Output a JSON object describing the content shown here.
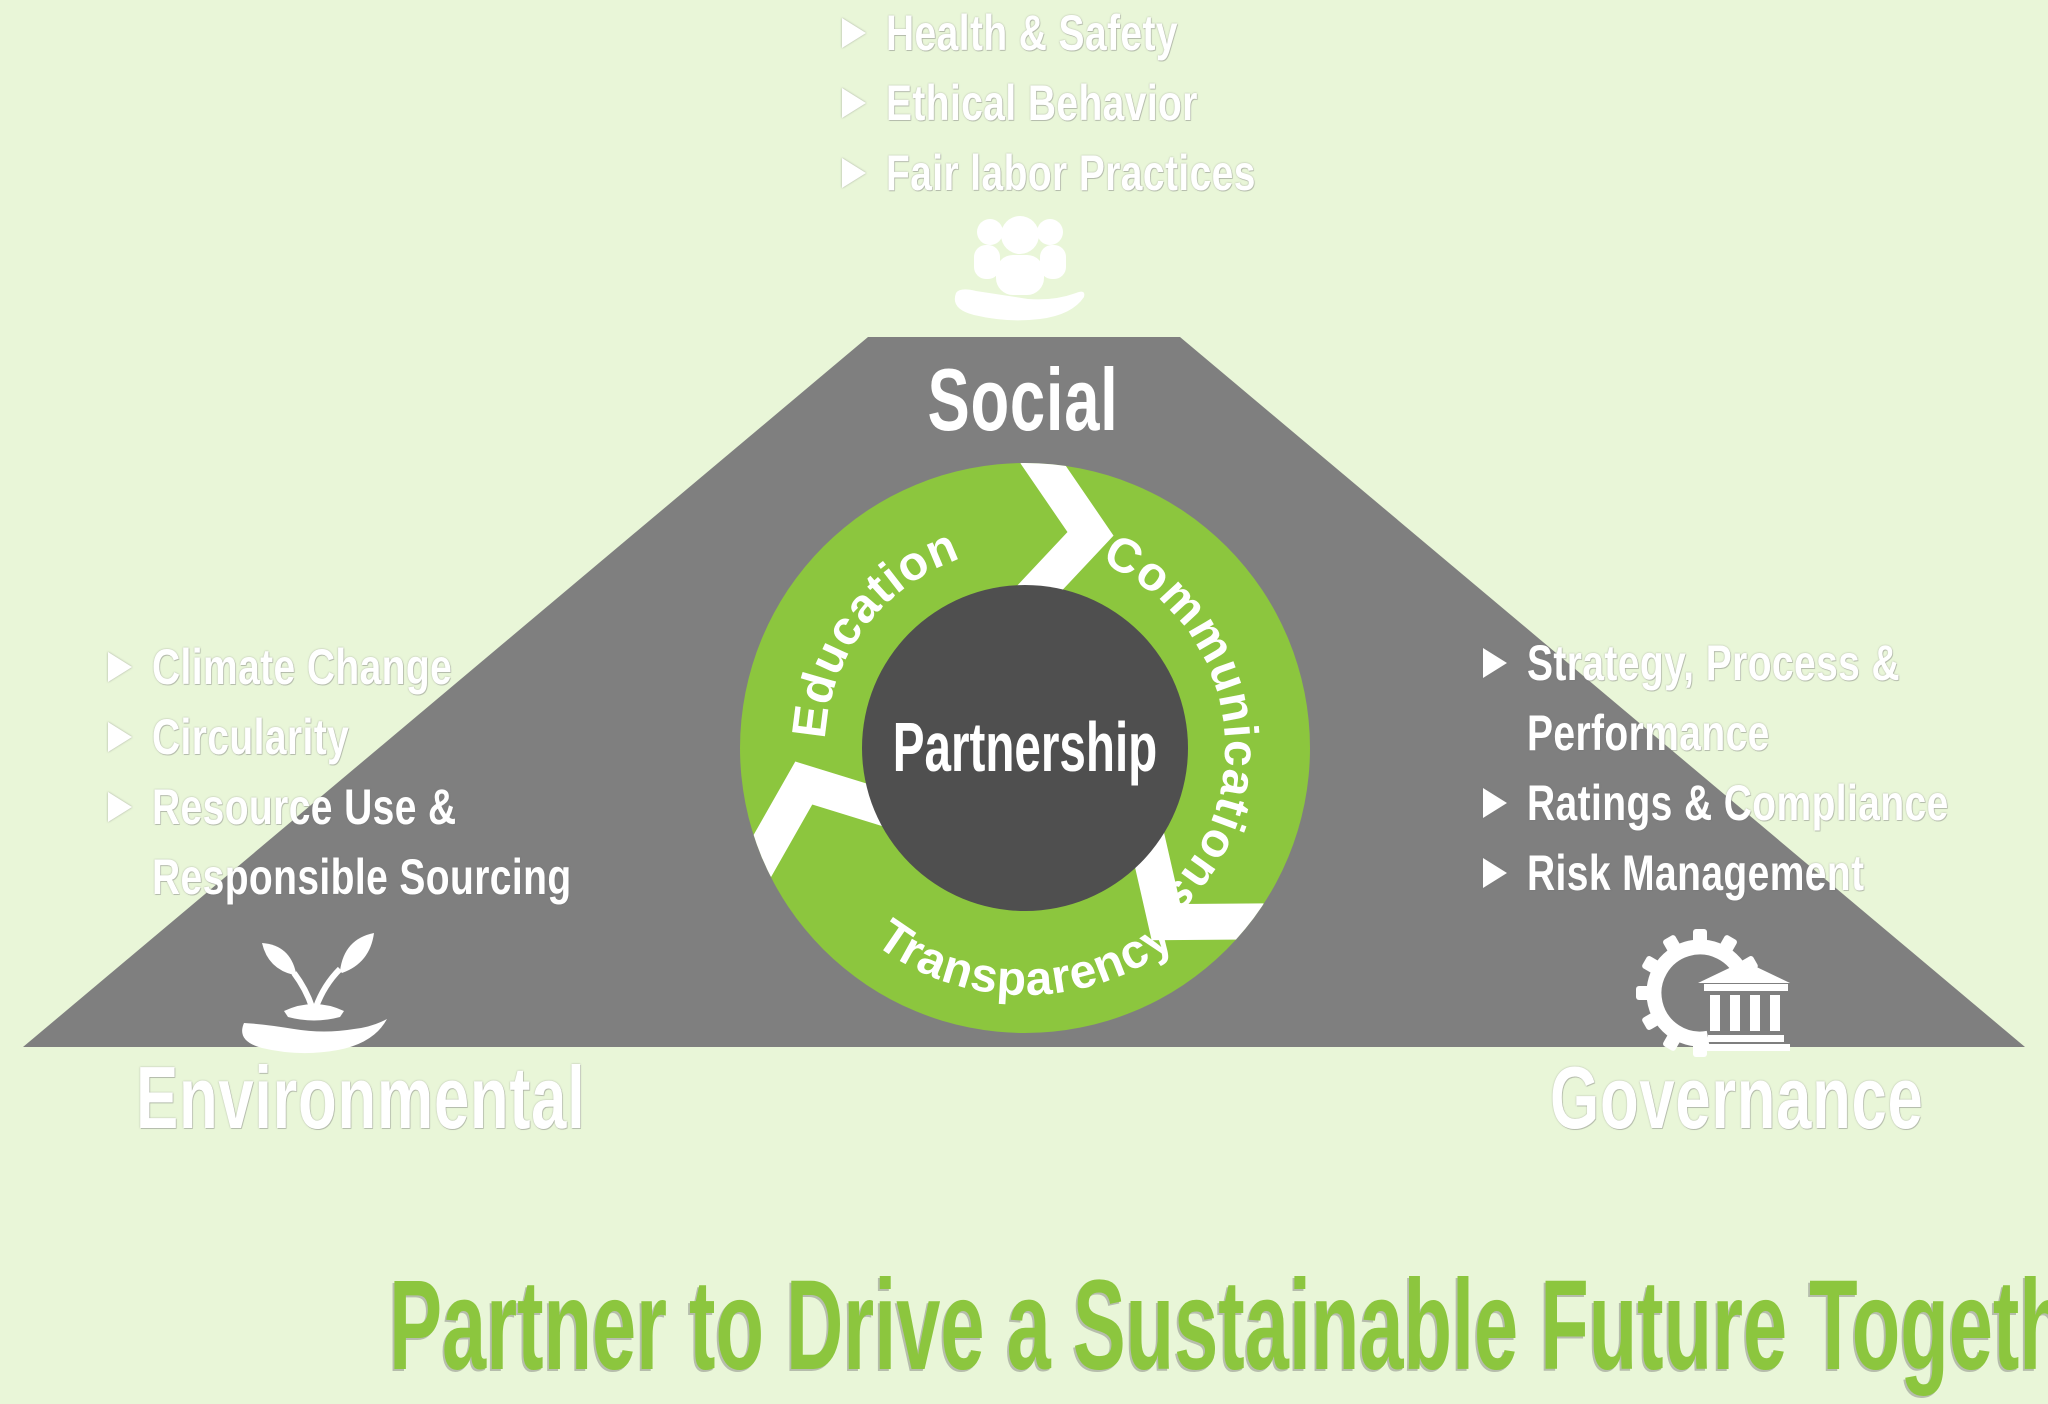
{
  "background_color": "#E9F6D8",
  "palette": {
    "triangle_gray": "#7F7F7F",
    "ring_green": "#8CC63E",
    "center_dark": "#4F4F4F",
    "text_white": "#FFFFFF",
    "tagline_green": "#8CC63E"
  },
  "pillars": {
    "social": {
      "label": "Social",
      "icon": "people-in-hand-icon",
      "lines": [
        "Health & Safety",
        "Ethical Behavior",
        "Fair labor Practices"
      ]
    },
    "environmental": {
      "label": "Environmental",
      "icon": "seedling-in-hand-icon",
      "lines": [
        "Climate Change",
        "Circularity",
        "Resource Use &",
        "Responsible Sourcing"
      ]
    },
    "governance": {
      "label": "Governance",
      "icon": "gear-institution-icon",
      "lines": [
        "Strategy, Process &",
        "Performance",
        "Ratings & Compliance",
        "Risk Management"
      ]
    }
  },
  "cycle": {
    "center_label": "Partnership",
    "segments": [
      "Education",
      "Communications",
      "Transparency"
    ]
  },
  "tagline": "Partner to Drive a Sustainable Future Together."
}
